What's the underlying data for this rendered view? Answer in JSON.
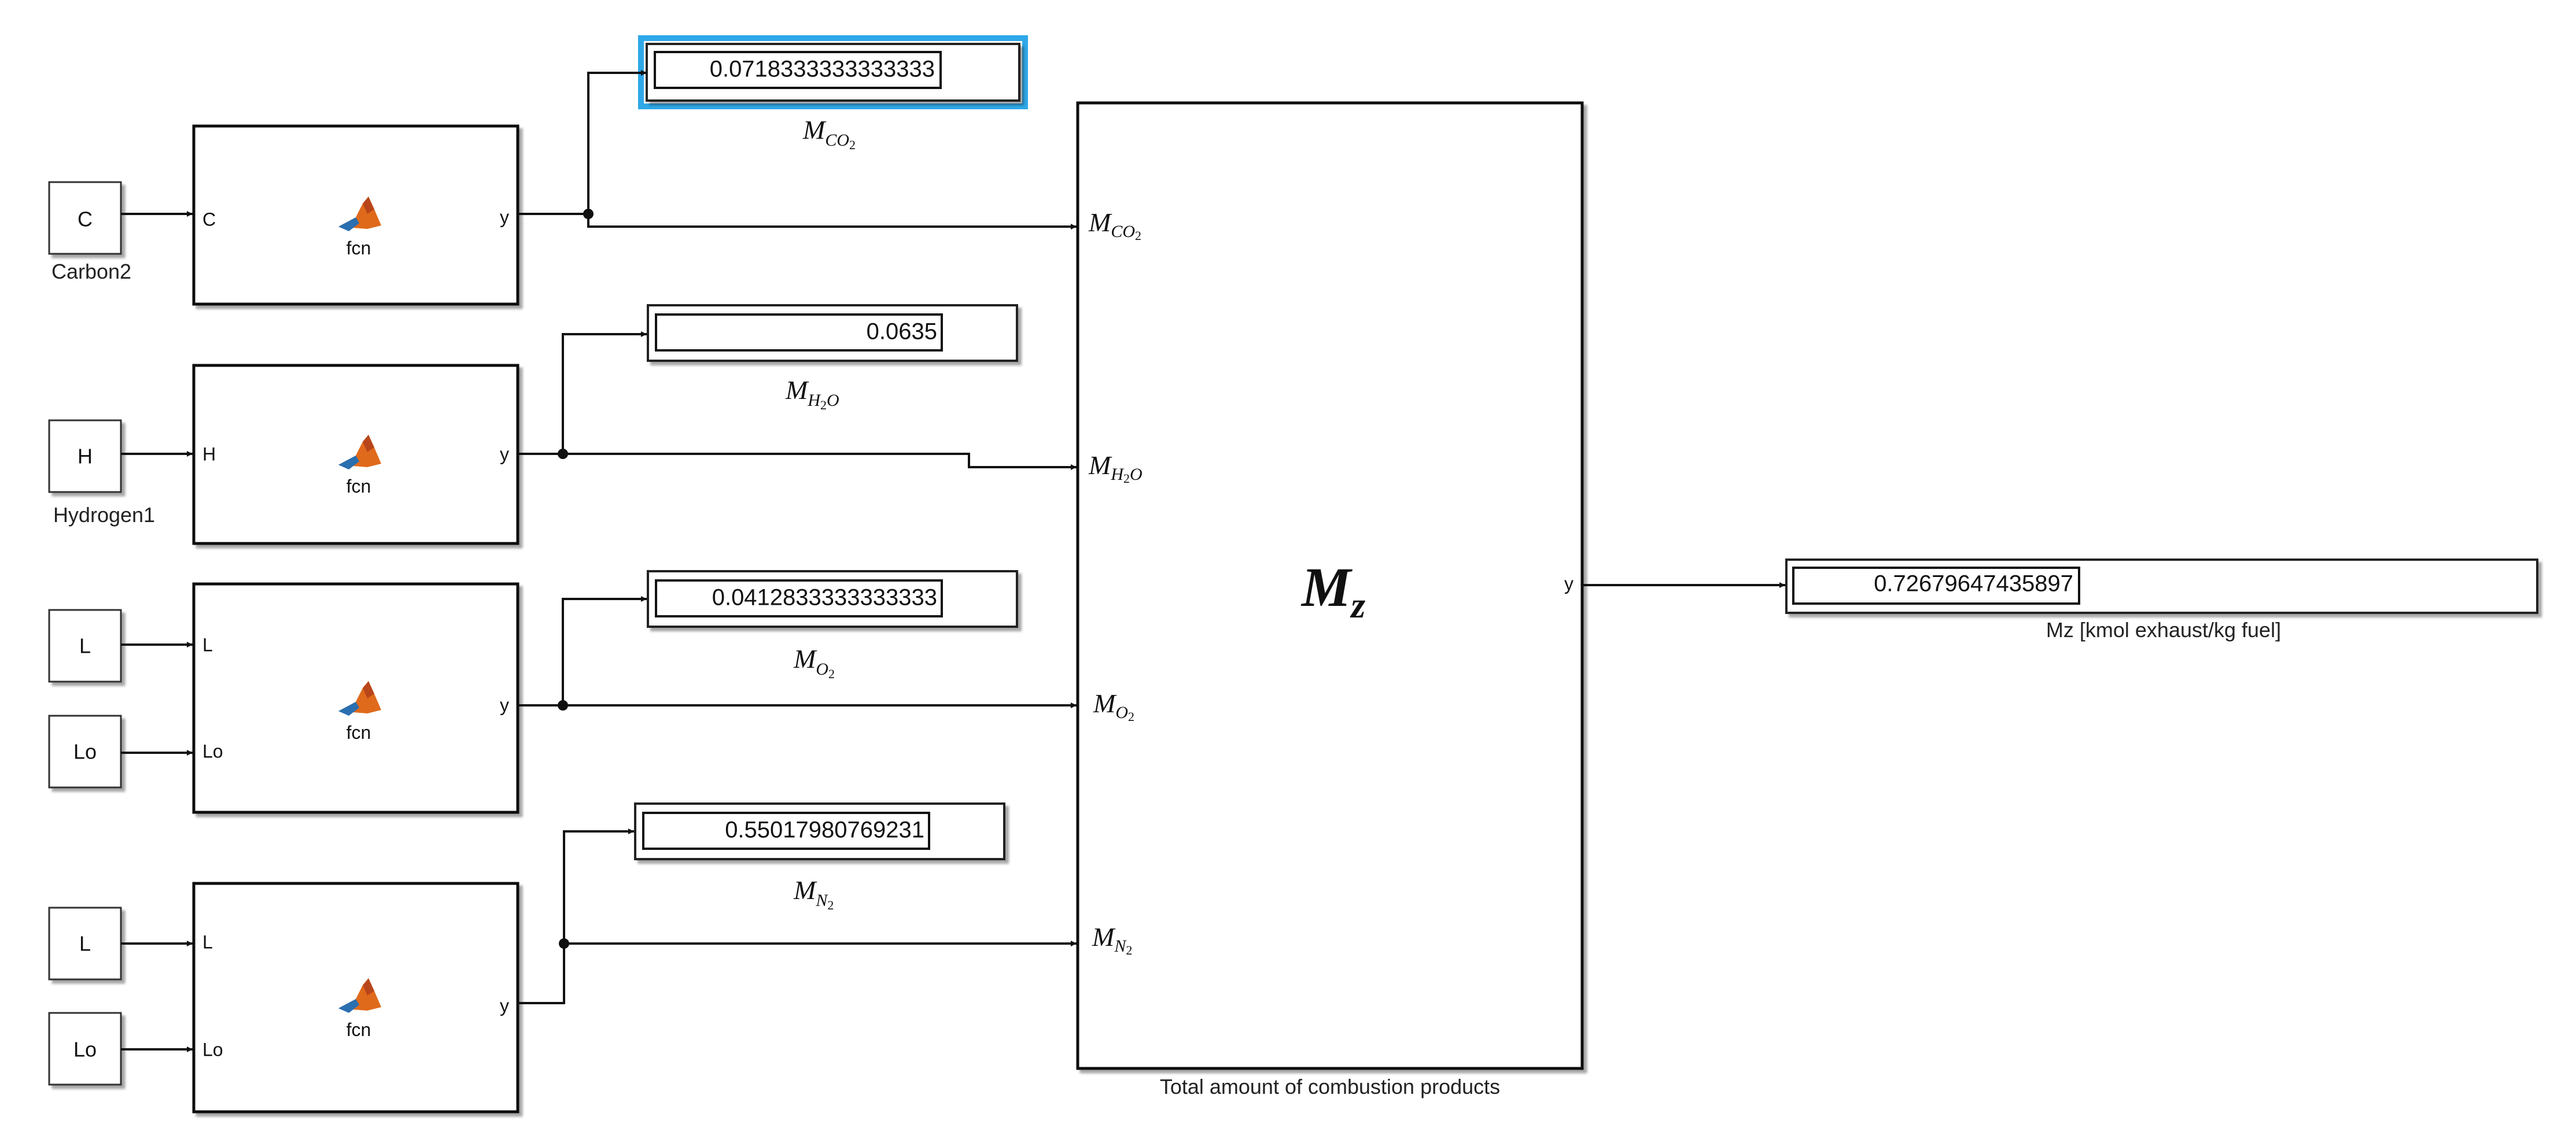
{
  "inputs": {
    "c": "C",
    "h": "H",
    "l1": "L",
    "lo1": "Lo",
    "l2": "L",
    "lo2": "Lo",
    "carbon_caption": "Carbon2",
    "hydrogen_caption": "Hydrogen1"
  },
  "functions": {
    "name": "fcn",
    "output_port": "y",
    "f1_in": "C",
    "f2_in": "H",
    "f3_in1": "L",
    "f3_in2": "Lo",
    "f4_in1": "L",
    "f4_in2": "Lo"
  },
  "displays": {
    "co2_value": "0.0718333333333333",
    "h2o_value": "0.0635",
    "o2_value": "0.0412833333333333",
    "n2_value": "0.55017980769231",
    "mz_value": "0.72679647435897",
    "mz_caption": "Mz [kmol exhaust/kg fuel]"
  },
  "labels": {
    "m": "M",
    "co2_sub": "CO",
    "co2_sub2": "2",
    "h2o_sub1": "H",
    "h2o_sub2": "2",
    "h2o_sub3": "O",
    "o2_sub": "O",
    "o2_sub2": "2",
    "n2_sub": "N",
    "n2_sub2": "2"
  },
  "sum_block": {
    "title_main": "M",
    "title_sub": "z",
    "output_port": "y",
    "caption": "Total amount of combustion products"
  },
  "colors": {
    "selection": "#2fa8e8",
    "matlab_orange": "#e06a1b",
    "matlab_dark": "#b8461a",
    "matlab_blue": "#2a6fb0"
  }
}
